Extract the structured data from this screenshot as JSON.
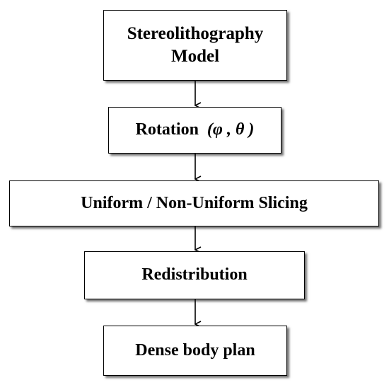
{
  "nodes": [
    {
      "id": "stereolithography-model",
      "line1": "Stereolithography",
      "line2": "Model"
    },
    {
      "id": "rotation",
      "label": "Rotation",
      "params": "(φ , θ )"
    },
    {
      "id": "slicing",
      "label": "Uniform / Non-Uniform Slicing"
    },
    {
      "id": "redistribution",
      "label": "Redistribution"
    },
    {
      "id": "dense-body-plan",
      "label": "Dense body plan"
    }
  ],
  "edges": [
    {
      "from": "stereolithography-model",
      "to": "rotation"
    },
    {
      "from": "rotation",
      "to": "slicing"
    },
    {
      "from": "slicing",
      "to": "redistribution"
    },
    {
      "from": "redistribution",
      "to": "dense-body-plan"
    }
  ]
}
